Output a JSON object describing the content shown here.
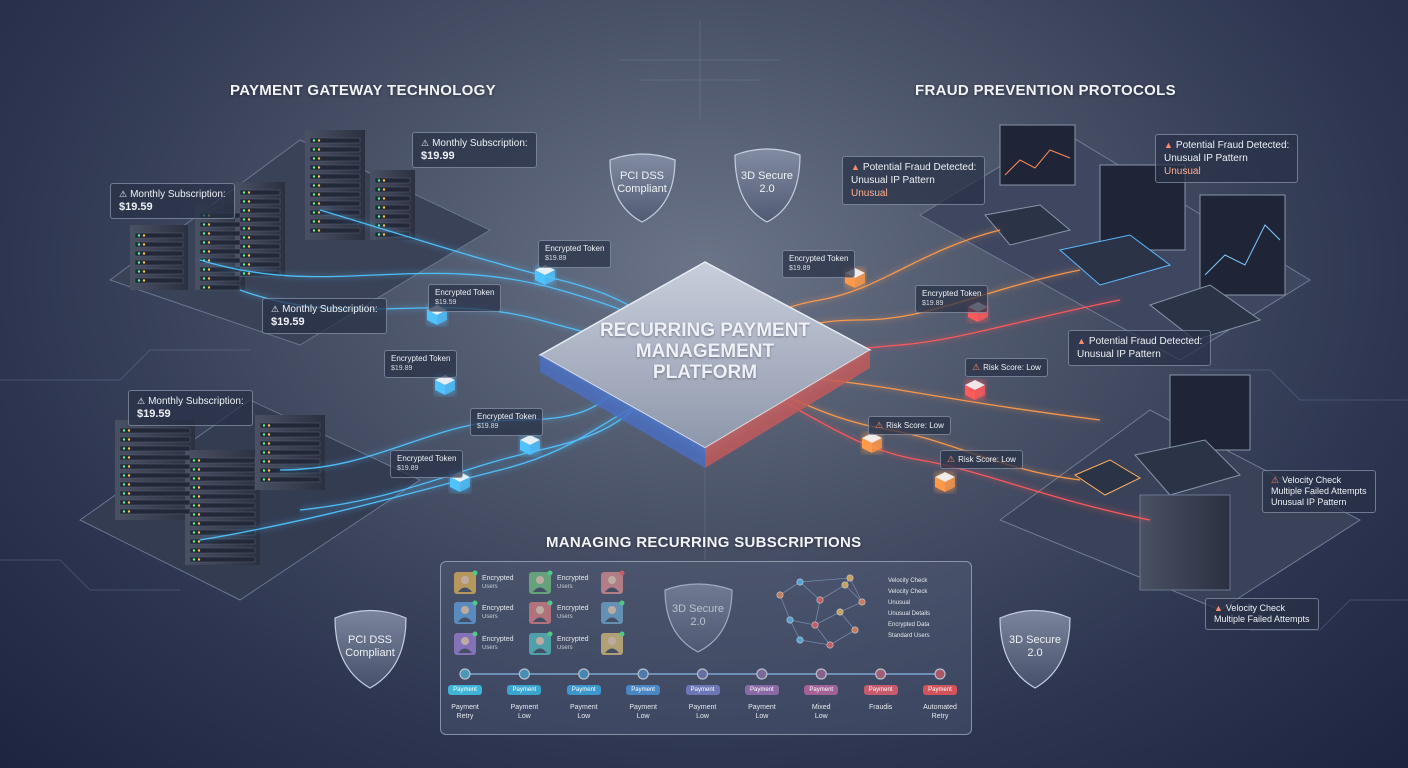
{
  "titles": {
    "gateway": "PAYMENT GATEWAY TECHNOLOGY",
    "fraud": "FRAUD PREVENTION PROTOCOLS",
    "managing": "MANAGING RECURRING SUBSCRIPTIONS"
  },
  "platform": {
    "line1": "RECURRING PAYMENT",
    "line2": "MANAGEMENT",
    "line3": "PLATFORM"
  },
  "shields": {
    "pci_top": {
      "l1": "PCI DSS",
      "l2": "Compliant"
    },
    "secure_top": {
      "l1": "3D Secure",
      "l2": "2.0"
    },
    "pci_bottom": {
      "l1": "PCI DSS",
      "l2": "Compliant"
    },
    "secure_panel": {
      "l1": "3D Secure",
      "l2": "2.0"
    },
    "secure_right": {
      "l1": "3D Secure",
      "l2": "2.0"
    }
  },
  "subscription_labels": [
    {
      "l1": "Monthly Subscription:",
      "l2": "$19.99"
    },
    {
      "l1": "Monthly Subscription:",
      "l2": "$19.59"
    },
    {
      "l1": "Monthly Subscription:",
      "l2": "$19.59"
    },
    {
      "l1": "Monthly Subscription:",
      "l2": "$19.59"
    }
  ],
  "token_labels": [
    {
      "l1": "Encrypted Token",
      "l2": "$19.89"
    },
    {
      "l1": "Encrypted Token",
      "l2": "$19.59"
    },
    {
      "l1": "Encrypted Token",
      "l2": "$19.89"
    },
    {
      "l1": "Encrypted Token",
      "l2": "$19.89"
    },
    {
      "l1": "Encrypted Token",
      "l2": "$19.89"
    },
    {
      "l1": "Encrypted Token",
      "l2": "$19.89"
    },
    {
      "l1": "Encrypted Token",
      "l2": "$19.89"
    }
  ],
  "risk_labels": [
    "Risk Score: Low",
    "Risk Score: Low",
    "Risk Score: Low"
  ],
  "fraud_alerts": [
    {
      "l1": "Potential Fraud Detected:",
      "l2": "Unusual IP Pattern",
      "l3": "Unusual"
    },
    {
      "l1": "Potential Fraud Detected:",
      "l2": "Unusual IP Pattern",
      "l3": "Unusual"
    },
    {
      "l1": "Potential Fraud Detected:",
      "l2": "Unusual IP Pattern"
    }
  ],
  "velocity_labels": [
    {
      "l1": "Velocity Check",
      "l2": "Multiple Failed Attempts",
      "l3": "Unusual IP Pattern"
    },
    {
      "l1": "Velocity Check",
      "l2": "Multiple Failed Attempts"
    }
  ],
  "panel": {
    "users": [
      {
        "status": "Encrypted",
        "name": "Users"
      },
      {
        "status": "Encrypted",
        "name": "Users"
      },
      {
        "status": "Encrypted",
        "name": "Users"
      },
      {
        "status": "Encrypted",
        "name": "Users"
      },
      {
        "status": "Encrypted",
        "name": "Users"
      },
      {
        "status": "Encrypted",
        "name": "Users"
      }
    ],
    "network_labels": [
      "Velocity Check",
      "Velocity Check",
      "Unusual",
      "Unusual Details",
      "Encrypted Data",
      "Standard Users"
    ],
    "stages": [
      {
        "pill": "Payment",
        "l1": "Payment",
        "l2": "Retry",
        "color": "#3fb4d6"
      },
      {
        "pill": "Payment",
        "l1": "Payment",
        "l2": "Low",
        "color": "#3aa6d0"
      },
      {
        "pill": "Payment",
        "l1": "Payment",
        "l2": "Low",
        "color": "#3b97cc"
      },
      {
        "pill": "Payment",
        "l1": "Payment",
        "l2": "Low",
        "color": "#4a86c4"
      },
      {
        "pill": "Payment",
        "l1": "Payment",
        "l2": "Low",
        "color": "#6d76b6"
      },
      {
        "pill": "Payment",
        "l1": "Payment",
        "l2": "Low",
        "color": "#8a6aa6"
      },
      {
        "pill": "Payment",
        "l1": "Mixed",
        "l2": "Low",
        "color": "#a26296"
      },
      {
        "pill": "Payment",
        "l1": "Fraudis",
        "l2": "",
        "color": "#c85a6e"
      },
      {
        "pill": "Payment",
        "l1": "Automated",
        "l2": "Retry",
        "color": "#d4525a"
      }
    ]
  },
  "colors": {
    "blue_flow": "#4fc3ff",
    "orange_flow": "#ff9a4a",
    "red_flow": "#ff5a5a",
    "platform_glow": "#7fd3ff"
  }
}
